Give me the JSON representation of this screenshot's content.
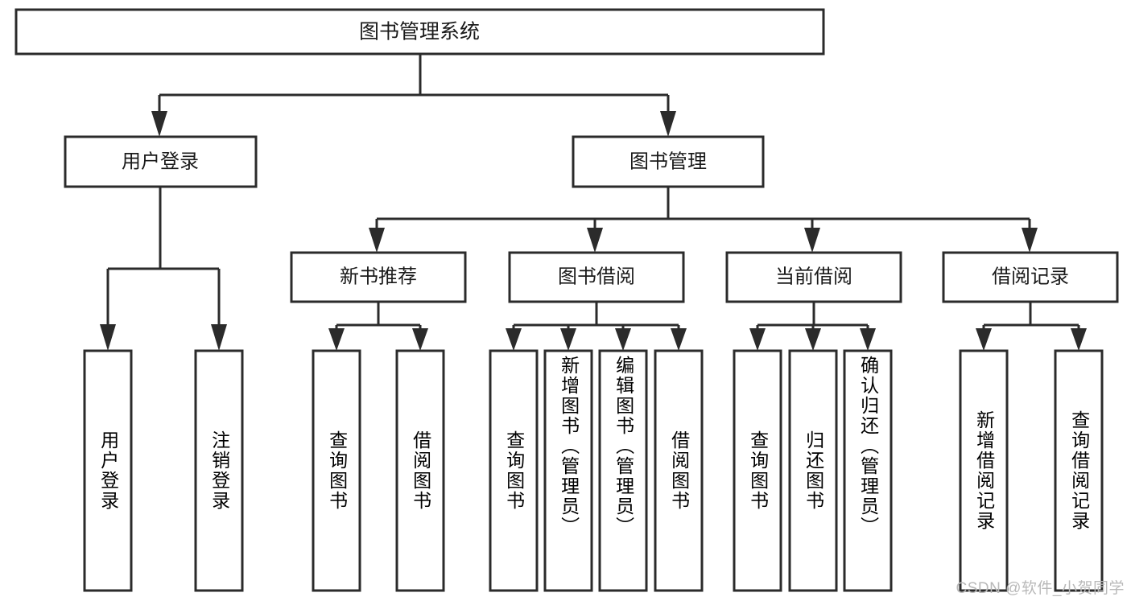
{
  "diagram": {
    "title": "图书管理系统",
    "watermark": "CSDN @软件_小贺同学",
    "colors": {
      "stroke": "#2b2b2b",
      "fill": "#ffffff",
      "text": "#1a1a1a",
      "watermark": "#b9b9b9"
    },
    "level2": [
      {
        "label": "用户登录"
      },
      {
        "label": "图书管理"
      }
    ],
    "level3": [
      {
        "label": "新书推荐"
      },
      {
        "label": "图书借阅"
      },
      {
        "label": "当前借阅"
      },
      {
        "label": "借阅记录"
      }
    ],
    "leaves": [
      {
        "label": "用户登录",
        "align": "center"
      },
      {
        "label": "注销登录",
        "align": "center"
      },
      {
        "label": "查询图书",
        "align": "center"
      },
      {
        "label": "借阅图书",
        "align": "center"
      },
      {
        "label": "查询图书",
        "align": "center"
      },
      {
        "label": "新增图书（管理员）",
        "align": "top"
      },
      {
        "label": "编辑图书（管理员）",
        "align": "top"
      },
      {
        "label": "借阅图书",
        "align": "center"
      },
      {
        "label": "查询图书",
        "align": "center"
      },
      {
        "label": "归还图书",
        "align": "center"
      },
      {
        "label": "确认归还（管理员）",
        "align": "top"
      },
      {
        "label": "新增借阅记录",
        "align": "center"
      },
      {
        "label": "查询借阅记录",
        "align": "center"
      }
    ]
  }
}
